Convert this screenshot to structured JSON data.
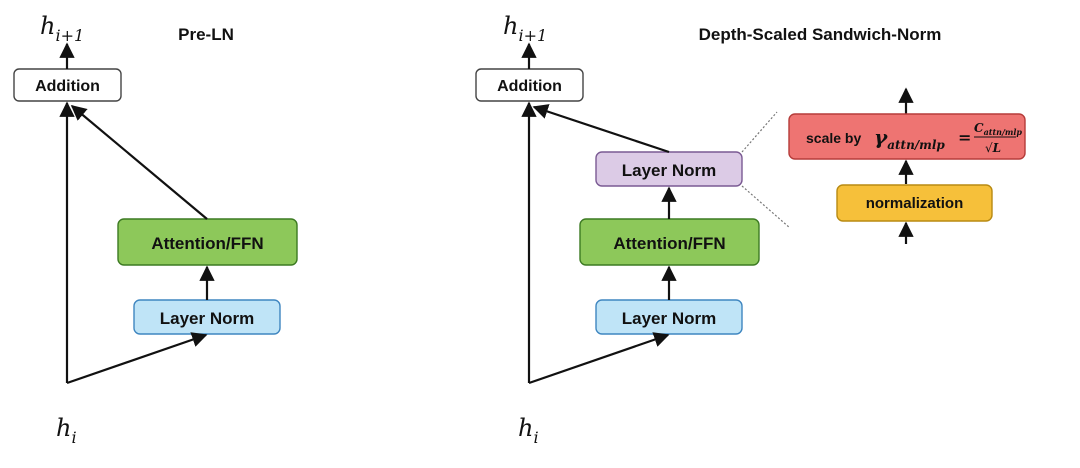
{
  "left_panel": {
    "title": "Pre-LN",
    "top_output": {
      "base": "h",
      "sub": "i+1"
    },
    "bottom_input": {
      "base": "h",
      "sub": "i"
    },
    "addition_label": "Addition",
    "attention_label": "Attention/FFN",
    "layernorm_label": "Layer Norm"
  },
  "right_panel": {
    "title": "Depth-Scaled Sandwich-Norm",
    "top_output": {
      "base": "h",
      "sub": "i+1"
    },
    "bottom_input": {
      "base": "h",
      "sub": "i"
    },
    "addition_label": "Addition",
    "attention_label": "Attention/FFN",
    "layernorm_bottom_label": "Layer Norm",
    "layernorm_top_label": "Layer Norm"
  },
  "detail": {
    "scale_prefix": "scale by",
    "gamma_symbol": "γ",
    "gamma_sub": "attn/mlp",
    "equals": "=",
    "numerator_base": "C",
    "numerator_sub": "attn/mlp",
    "denominator_root": "√",
    "denominator_var": "L",
    "normalization_label": "normalization"
  },
  "colors": {
    "addition_fill": "#ffffff",
    "attention_fill": "#8dc85a",
    "attention_stroke": "#3c7a22",
    "layernorm_fill": "#bfe4f7",
    "layernorm_stroke": "#3f86c0",
    "top_norm_fill": "#dccbe6",
    "top_norm_stroke": "#7a5a93",
    "scale_fill": "#ee7472",
    "scale_stroke": "#b53c3a",
    "normalization_fill": "#f6c03a",
    "normalization_stroke": "#b88a12"
  },
  "icons": {
    "arrow": "arrowhead-icon"
  }
}
